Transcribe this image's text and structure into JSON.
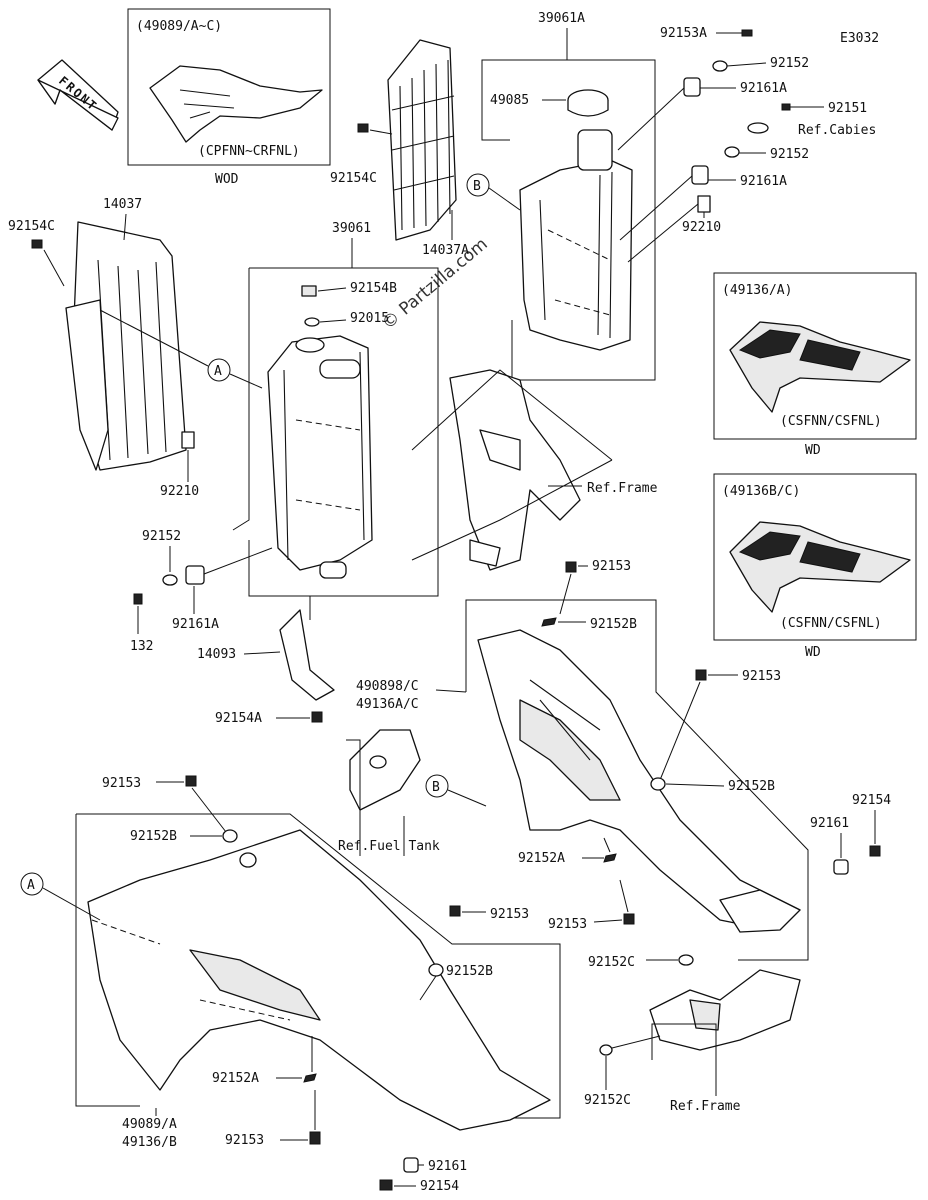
{
  "diagram_code": "E3032",
  "front_label": "FRONT",
  "watermark": "© Partzilla.com",
  "callouts": {
    "a": "A",
    "b": "B"
  },
  "insets": {
    "top_left": {
      "part": "(49089/A~C)",
      "code": "(CPFNN~CRFNL)",
      "variant": "WOD"
    },
    "right_a": {
      "part": "(49136/A)",
      "code": "(CSFNN/CSFNL)",
      "variant": "WD"
    },
    "right_bc": {
      "part": "(49136B/C)",
      "code": "(CSFNN/CSFNL)",
      "variant": "WD"
    }
  },
  "labels": {
    "p39061A": "39061A",
    "p92153A": "92153A",
    "p92152_top": "92152",
    "p92161A_top": "92161A",
    "p49085": "49085",
    "p92151": "92151",
    "ref_cables": "Ref.Cabies",
    "p92152_mid": "92152",
    "p92161A_mid": "92161A",
    "p92210_right": "92210",
    "p92154C_top": "92154C",
    "p14037A": "14037A",
    "p92154C_left": "92154C",
    "p14037": "14037",
    "p39061": "39061",
    "p92154B": "92154B",
    "p92015": "92015",
    "p92210_left": "92210",
    "ref_frame_upper": "Ref.Frame",
    "p92152_left": "92152",
    "p92161A_left": "92161A",
    "p132": "132",
    "p14093": "14093",
    "p92154A": "92154A",
    "p92153_upper": "92153",
    "p92152B_upper": "92152B",
    "p490898C": "490898/C",
    "p49136AC": "49136A/C",
    "p92153_right": "92153",
    "p92152B_right": "92152B",
    "p92154_right": "92154",
    "p92161_right": "92161",
    "p92153_left": "92153",
    "p92152B_left": "92152B",
    "ref_fuel_tank": "Ref.Fuel Tank",
    "p92152A_center": "92152A",
    "p92153_center": "92153",
    "p92152C_center": "92152C",
    "p92153_lower": "92153",
    "p92152B_lower": "92152B",
    "p92152A_lower": "92152A",
    "p92152C_lower": "92152C",
    "ref_frame_lower": "Ref.Frame",
    "p49089A": "49089/A",
    "p49136B": "49136/B",
    "p92153_bottom": "92153",
    "p92161_bottom": "92161",
    "p92154_bottom": "92154"
  }
}
